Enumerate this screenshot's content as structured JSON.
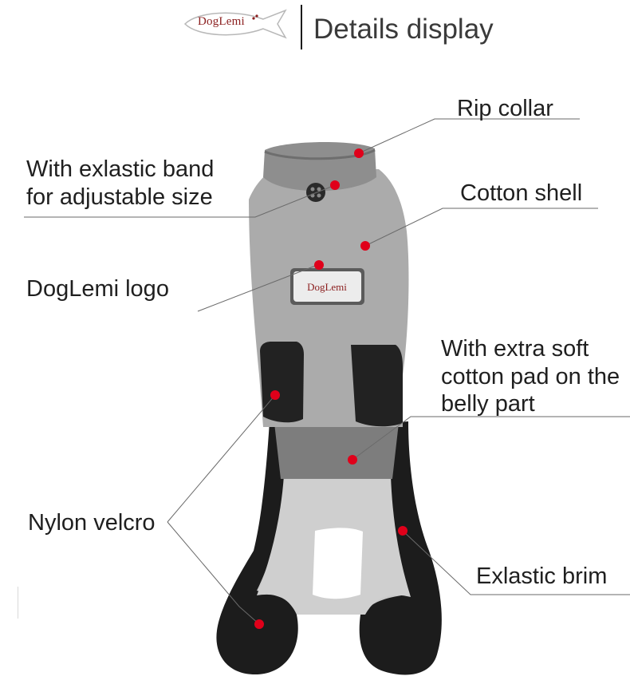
{
  "brand": {
    "logo_text": "DogLemi"
  },
  "header": {
    "title": "Details display"
  },
  "garment": {
    "patch_text": "DogLemi"
  },
  "labels": {
    "rip_collar": "Rip collar",
    "elastic_band_line1": "With exlastic band",
    "elastic_band_line2": "for adjustable size",
    "cotton_shell": "Cotton shell",
    "logo": "DogLemi logo",
    "soft_pad_line1": "With extra soft",
    "soft_pad_line2": "cotton pad on the",
    "soft_pad_line3": "belly part",
    "nylon_velcro": "Nylon velcro",
    "elastic_brim": "Exlastic brim"
  },
  "colors": {
    "marker": "#e0001a",
    "brand": "#8b1e1e",
    "fabric": "#a9a9a9",
    "trim": "#1c1c1c"
  }
}
